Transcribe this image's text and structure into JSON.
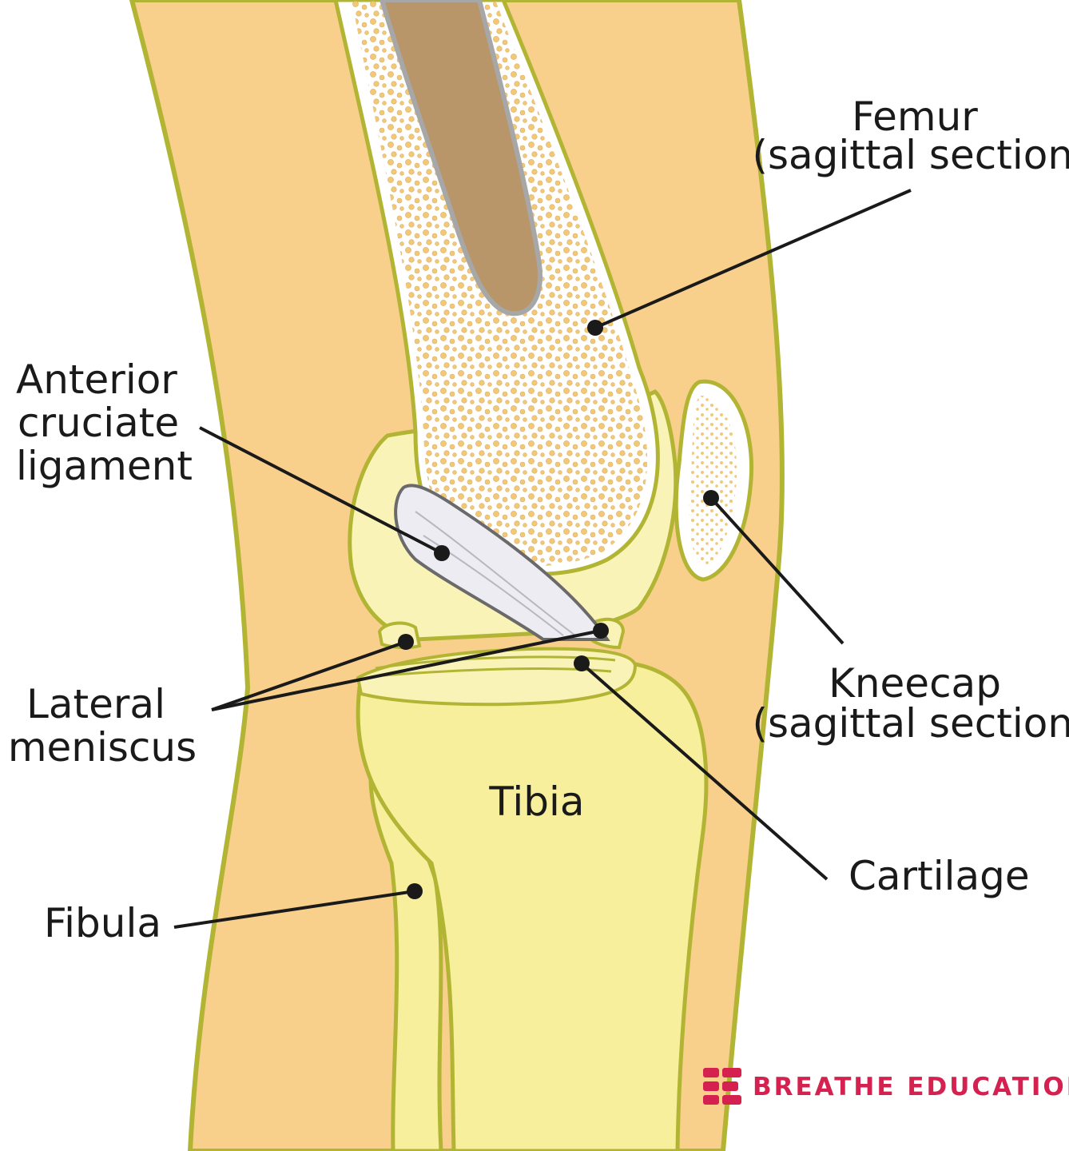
{
  "labels": {
    "femur": [
      "Femur",
      "(sagittal section)"
    ],
    "acl": [
      "Anterior",
      "cruciate",
      "ligament"
    ],
    "kneecap": [
      "Kneecap",
      "(sagittal section)"
    ],
    "lateral_meniscus": [
      "Lateral",
      "meniscus"
    ],
    "tibia": "Tibia",
    "cartilage": "Cartilage",
    "fibula": "Fibula"
  },
  "brand": {
    "name": "BREATHE EDUCATION",
    "logo_icon": "breathe-logo-icon"
  },
  "colors": {
    "skin": "#f9cf8c",
    "outline": "#b2b534",
    "bone_yellow": "#f7ef9c",
    "cartilage": "#faf3b8",
    "marrow": "#b8966a",
    "dots": "#f0c878",
    "ligament": "#ececf2",
    "brand": "#d4214f"
  }
}
